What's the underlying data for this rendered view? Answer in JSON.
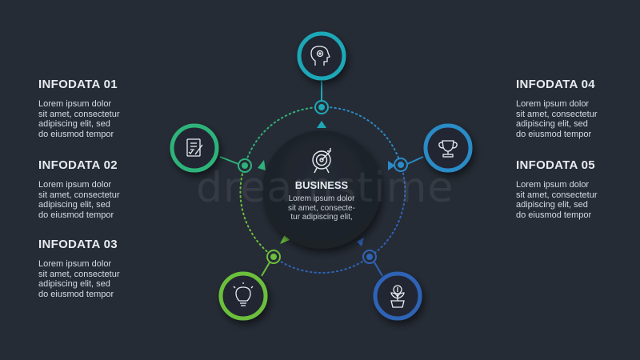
{
  "infodata": [
    {
      "title": "INFODATA 01",
      "text": "Lorem ipsum dolor\nsit amet, consectetur\nadipiscing elit, sed\ndo eiusmod tempor"
    },
    {
      "title": "INFODATA 02",
      "text": "Lorem ipsum dolor\nsit amet, consectetur\nadipiscing elit, sed\ndo eiusmod tempor"
    },
    {
      "title": "INFODATA 03",
      "text": "Lorem ipsum dolor\nsit amet, consectetur\nadipiscing elit, sed\ndo eiusmod tempor"
    },
    {
      "title": "INFODATA 04",
      "text": "Lorem ipsum dolor\nsit amet, consectetur\nadipiscing elit, sed\ndo eiusmod tempor"
    },
    {
      "title": "INFODATA 05",
      "text": "Lorem ipsum dolor\nsit amet, consectetur\nadipiscing elit, sed\ndo eiusmod tempor"
    }
  ],
  "center": {
    "title": "BUSINESS",
    "text": "Lorem ipsum dolor\nsit amet, consecte-\ntur adipiscing elit,",
    "icon": "target-icon"
  },
  "watermark": "dreamstime",
  "nodes": [
    {
      "icon": "head-gear-icon",
      "color": "#1fa8b7"
    },
    {
      "icon": "document-pen-icon",
      "color": "#2fb37a"
    },
    {
      "icon": "trophy-icon",
      "color": "#2a8bc7"
    },
    {
      "icon": "lightbulb-icon",
      "color": "#6cbf3c"
    },
    {
      "icon": "money-plant-icon",
      "color": "#2f64b5"
    }
  ],
  "colors": {
    "background": "#262c36",
    "center_disc": "#1f242c",
    "node_fill": "#222831"
  }
}
